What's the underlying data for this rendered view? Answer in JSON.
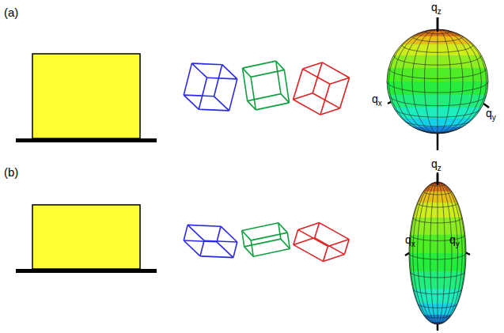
{
  "diagram": {
    "labels": [
      "(a)",
      "qz",
      "qx",
      "qy",
      "(b)",
      "qz",
      "qx",
      "qy"
    ]
  }
}
